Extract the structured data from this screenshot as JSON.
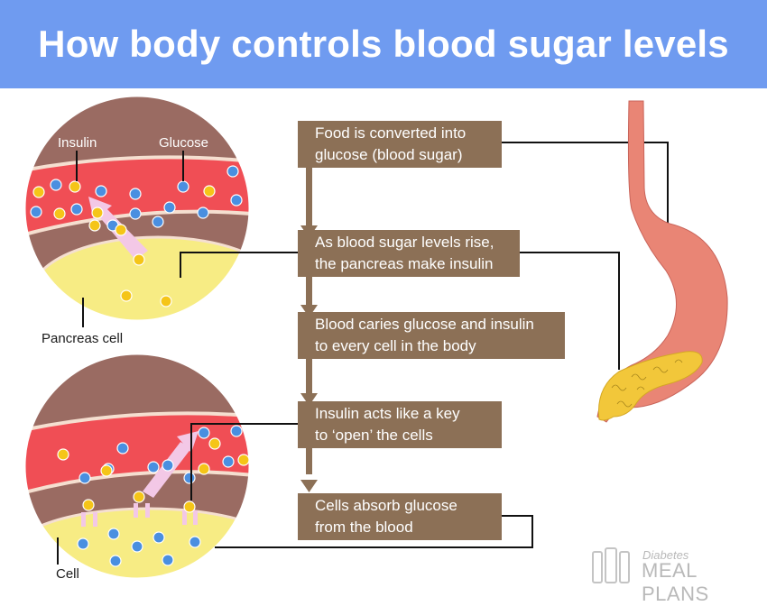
{
  "title": "How body controls blood sugar levels",
  "steps": [
    {
      "line1": "Food is converted into",
      "line2": "glucose (blood sugar)"
    },
    {
      "line1": "As blood sugar levels rise,",
      "line2": "the pancreas make insulin"
    },
    {
      "line1": "Blood caries glucose and insulin",
      "line2": "to every cell in the body"
    },
    {
      "line1": "Insulin acts like a key",
      "line2": "to ‘open’ the cells"
    },
    {
      "line1": "Cells absorb glucose",
      "line2": "from the blood"
    }
  ],
  "labels": {
    "insulin": "Insulin",
    "glucose": "Glucose",
    "pancreas_cell": "Pancreas cell",
    "cell": "Cell"
  },
  "brand": {
    "small": "Diabetes",
    "big": "MEAL PLANS"
  },
  "colors": {
    "header": "#6f9bf0",
    "step_box": "#8c7056",
    "tissue": "#9a6b62",
    "blood": "#f04e55",
    "cell": "#f7ec84",
    "glucose": "#4a8fe0",
    "insulin": "#f5c518",
    "stomach": "#e98575",
    "pancreas": "#f2c73a"
  }
}
